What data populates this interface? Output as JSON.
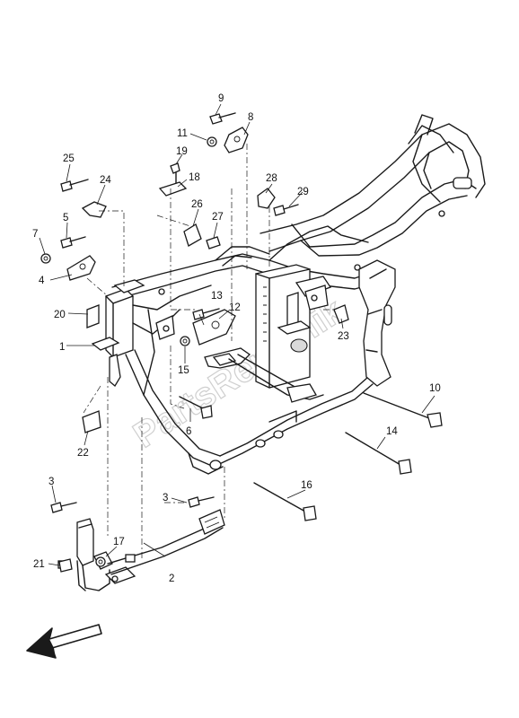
{
  "watermark": "PartsRepublik",
  "callouts": [
    {
      "id": "c1",
      "label": "1"
    },
    {
      "id": "c2",
      "label": "2"
    },
    {
      "id": "c3a",
      "label": "3"
    },
    {
      "id": "c3b",
      "label": "3"
    },
    {
      "id": "c4",
      "label": "4"
    },
    {
      "id": "c5",
      "label": "5"
    },
    {
      "id": "c6",
      "label": "6"
    },
    {
      "id": "c7",
      "label": "7"
    },
    {
      "id": "c8",
      "label": "8"
    },
    {
      "id": "c9",
      "label": "9"
    },
    {
      "id": "c10",
      "label": "10"
    },
    {
      "id": "c11",
      "label": "11"
    },
    {
      "id": "c12",
      "label": "12"
    },
    {
      "id": "c13",
      "label": "13"
    },
    {
      "id": "c14",
      "label": "14"
    },
    {
      "id": "c15",
      "label": "15"
    },
    {
      "id": "c16",
      "label": "16"
    },
    {
      "id": "c17",
      "label": "17"
    },
    {
      "id": "c18",
      "label": "18"
    },
    {
      "id": "c19",
      "label": "19"
    },
    {
      "id": "c20",
      "label": "20"
    },
    {
      "id": "c21",
      "label": "21"
    },
    {
      "id": "c22",
      "label": "22"
    },
    {
      "id": "c23",
      "label": "23"
    },
    {
      "id": "c24",
      "label": "24"
    },
    {
      "id": "c25",
      "label": "25"
    },
    {
      "id": "c26",
      "label": "26"
    },
    {
      "id": "c27",
      "label": "27"
    },
    {
      "id": "c28",
      "label": "28"
    },
    {
      "id": "c29",
      "label": "29"
    }
  ],
  "direction_icon": "front-direction-arrow-icon"
}
